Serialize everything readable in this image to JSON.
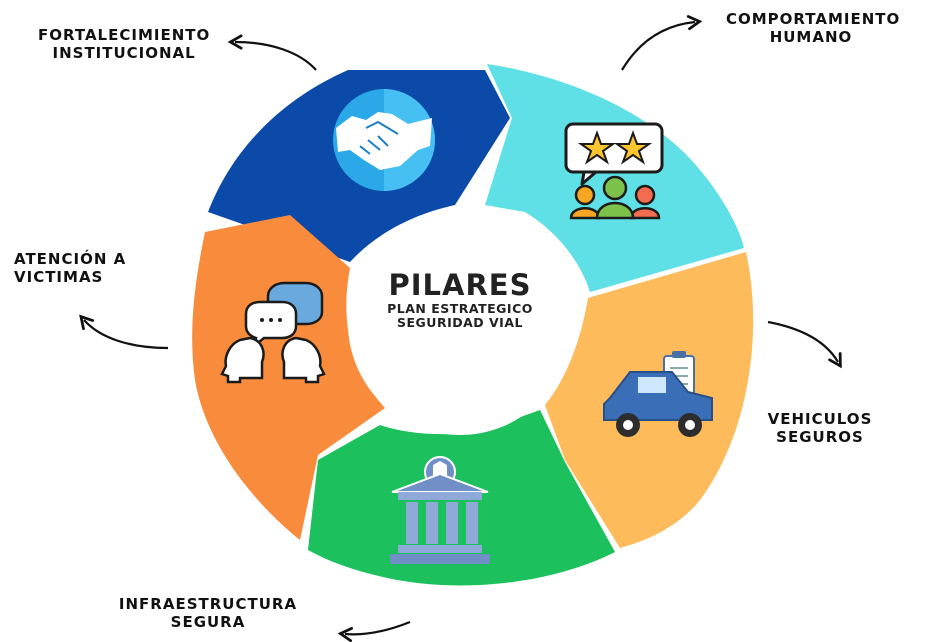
{
  "center": {
    "title": "PILARES",
    "subtitle_line1": "PLAN ESTRATEGICO",
    "subtitle_line2": "SEGURIDAD VIAL"
  },
  "pillars": [
    {
      "line1": "FORTALECIMIENTO",
      "line2": "INSTITUCIONAL",
      "color": "#0b4aa8",
      "icon": "handshake-icon"
    },
    {
      "line1": "COMPORTAMIENTO",
      "line2": "HUMANO",
      "color": "#5ee0e6",
      "icon": "people-rating-icon"
    },
    {
      "line1": "VEHICULOS",
      "line2": "SEGUROS",
      "color": "#fdbb5c",
      "icon": "car-checklist-icon"
    },
    {
      "line1": "INFRAESTRUCTURA",
      "line2": "SEGURA",
      "color": "#1cc05c",
      "icon": "government-building-icon"
    },
    {
      "line1": "ATENCIÓN A",
      "line2": "VICTIMAS",
      "color": "#f88b3c",
      "icon": "conversation-heads-icon"
    }
  ]
}
